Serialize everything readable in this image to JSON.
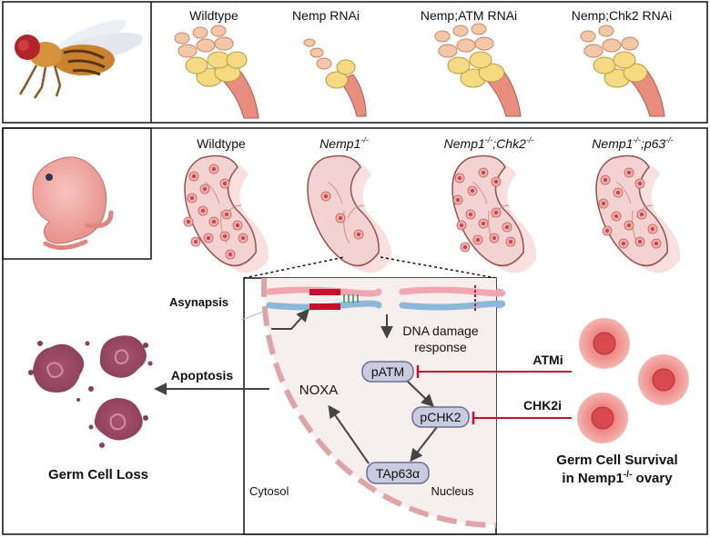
{
  "fly_panel": {
    "labels": [
      "Wildtype",
      "Nemp RNAi",
      "Nemp;ATM RNAi",
      "Nemp;Chk2 RNAi"
    ]
  },
  "mouse_panel": {
    "labels": [
      {
        "gene": "Wildtype",
        "sup": "",
        "mid": "",
        "sup2": ""
      },
      {
        "gene": "Nemp1",
        "sup": "-/-",
        "mid": "",
        "sup2": ""
      },
      {
        "gene": "Nemp1",
        "sup": "-/-",
        "mid": ";Chk2",
        "sup2": "-/-"
      },
      {
        "gene": "Nemp1",
        "sup": "-/-",
        "mid": ";p63",
        "sup2": "-/-"
      }
    ]
  },
  "mechanism": {
    "asynapsis": "Asynapsis",
    "dna_damage_line1": "DNA damage",
    "dna_damage_line2": "response",
    "nodes": {
      "patm": "pATM",
      "pchk2": "pCHK2",
      "tap63": "TAp63α",
      "noxa": "NOXA"
    },
    "cytosol": "Cytosol",
    "nucleus": "Nucleus"
  },
  "outcome": {
    "apoptosis": "Apoptosis",
    "germ_cell_loss": "Germ Cell Loss",
    "atmi": "ATMi",
    "chk2i": "CHK2i",
    "survival_line1": "Germ Cell Survival",
    "survival_line2_pre": "in Nemp1",
    "survival_line2_sup": "-/-",
    "survival_line2_post": " ovary"
  },
  "colors": {
    "inhibitor_red": "#c8102e",
    "node_fill": "#c9cbe0",
    "node_stroke": "#6b6f93",
    "tissue_pink": "#f3d3d1",
    "cell_red": "#cf5a5a"
  }
}
